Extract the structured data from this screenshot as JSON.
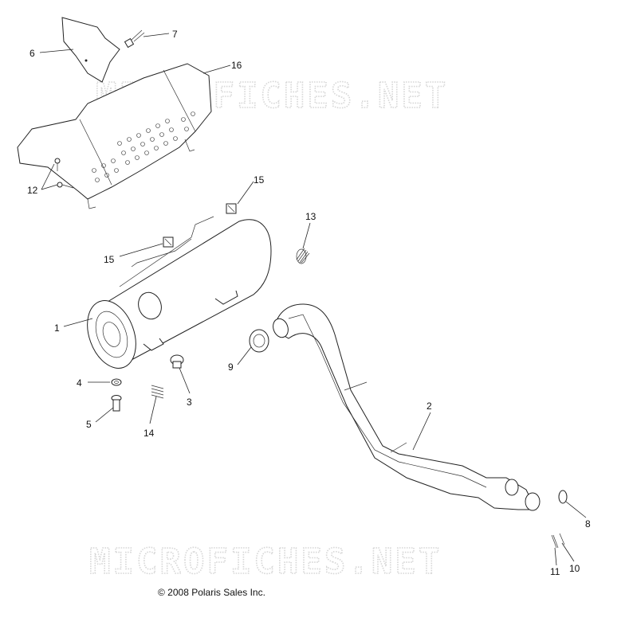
{
  "watermark": {
    "text": "MICROFICHES.NET"
  },
  "copyright": "© 2008 Polaris Sales Inc.",
  "callouts": {
    "c1": "1",
    "c2": "2",
    "c3": "3",
    "c4": "4",
    "c5": "5",
    "c6": "6",
    "c7": "7",
    "c8": "8",
    "c9": "9",
    "c10": "10",
    "c11": "11",
    "c12": "12",
    "c13": "13",
    "c14": "14",
    "c15a": "15",
    "c15b": "15",
    "c16": "16"
  }
}
